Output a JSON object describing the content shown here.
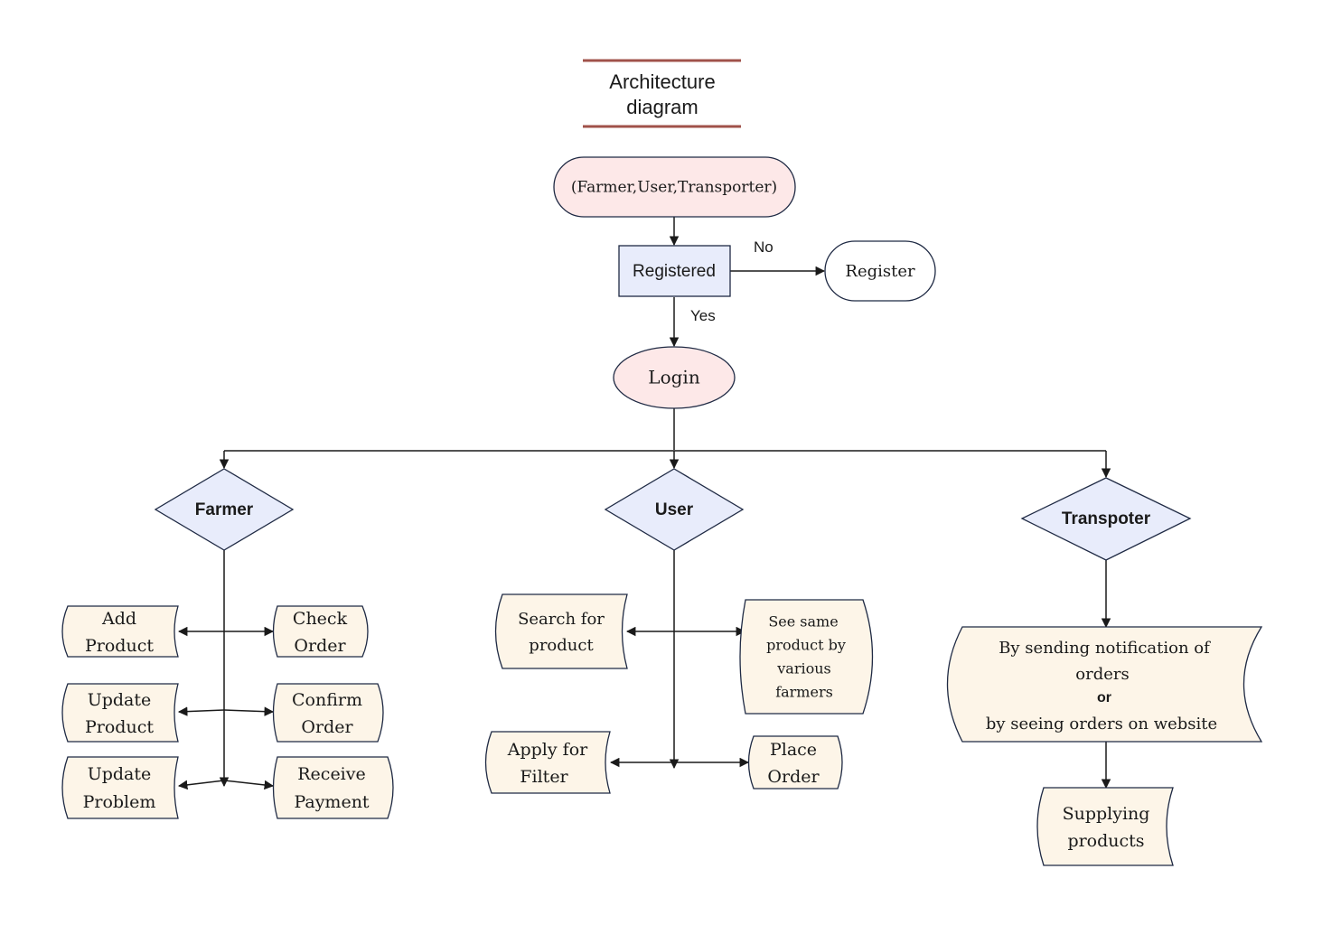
{
  "title": {
    "line1": "Architecture",
    "line2": "diagram"
  },
  "colors": {
    "title_rule": "#a0524a",
    "terminal_fill": "#fde8e8",
    "process_fill": "#e8ecfb",
    "decision_fill": "#e8ecfb",
    "doc_fill": "#fdf5e8",
    "stroke": "#1f2a44"
  },
  "nodes": {
    "actors": "(Farmer,User,Transporter)",
    "registered": "Registered",
    "register": "Register",
    "login": "Login",
    "farmer": "Farmer",
    "user": "User",
    "transporter": "Transpoter"
  },
  "edge_labels": {
    "no": "No",
    "yes": "Yes"
  },
  "farmer_actions": {
    "add_product": [
      "Add",
      "Product"
    ],
    "check_order": [
      "Check",
      "Order"
    ],
    "update_product": [
      "Update",
      "Product"
    ],
    "confirm_order": [
      "Confirm",
      "Order"
    ],
    "update_problem": [
      "Update",
      "Problem"
    ],
    "receive_payment": [
      "Receive",
      "Payment"
    ]
  },
  "user_actions": {
    "search_product": [
      "Search for",
      "product"
    ],
    "see_same_product": [
      "See same",
      "product by",
      "various",
      "farmers"
    ],
    "apply_filter": [
      "Apply for",
      "Filter"
    ],
    "place_order": [
      "Place",
      "Order"
    ]
  },
  "transporter_actions": {
    "notification": [
      "By sending notification of",
      "orders",
      "or",
      "by seeing orders on website"
    ],
    "supplying": [
      "Supplying",
      "products"
    ]
  }
}
